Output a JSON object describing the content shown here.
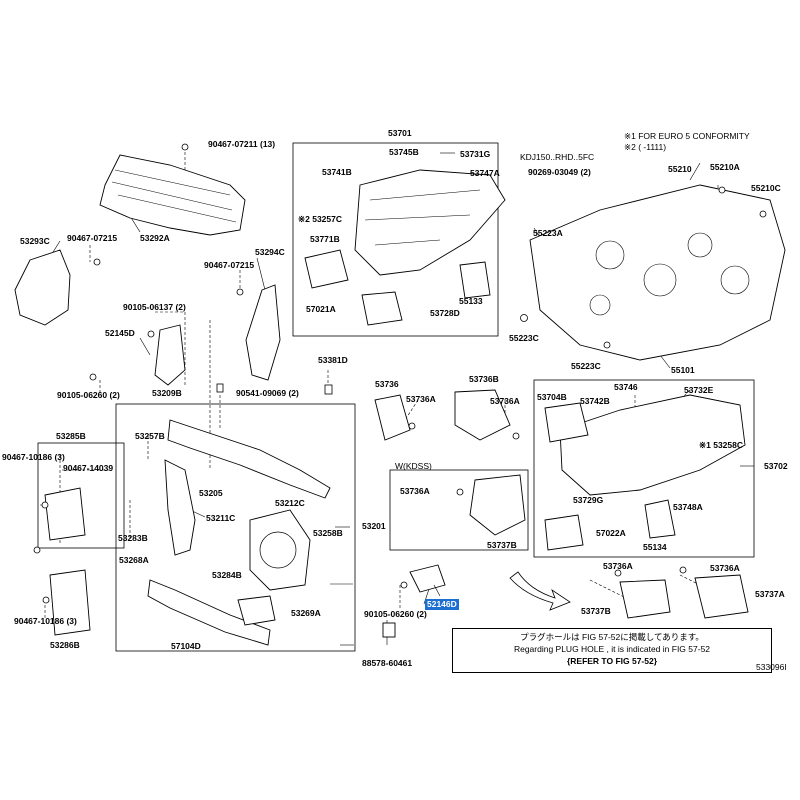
{
  "diagram": {
    "drawing_id": "533096I",
    "legend": {
      "note1": "※1 FOR EURO 5 CONFORMITY",
      "note2": "※2 (      -1111)"
    },
    "variant_labels": {
      "kdj": "KDJ150..RHD..5FC",
      "w_kdss": "W(KDSS)"
    },
    "note_box": {
      "line1": "プラグホールは FIG 57-52に掲載してあります。",
      "line2": "Regarding  PLUG HOLE , it is indicated in FIG  57-52",
      "line3": "{REFER TO FIG 57-52}"
    },
    "parts": {
      "p90467_07211": "90467-07211 (13)",
      "p53292A": "53292A",
      "p53293C": "53293C",
      "p90467_07215a": "90467-07215",
      "p90467_07215b": "90467-07215",
      "p53294C": "53294C",
      "p90105_06137": "90105-06137 (2)",
      "p52145D": "52145D",
      "p90105_06260a": "90105-06260 (2)",
      "p53209B": "53209B",
      "p90541_09069": "90541-09069 (2)",
      "p53381D": "53381D",
      "p53285B": "53285B",
      "p90467_10186a": "90467-10186 (3)",
      "p90467_14039": "90467-14039",
      "p53257B": "53257B",
      "p53205": "53205",
      "p53212C": "53212C",
      "p53283B": "53283B",
      "p53211C": "53211C",
      "p53201": "53201",
      "p53258B": "53258B",
      "p53268A": "53268A",
      "p53284B": "53284B",
      "p90467_10186b": "90467-10186 (3)",
      "p53269A": "53269A",
      "p53286B": "53286B",
      "p57104D": "57104D",
      "p90105_06260b": "90105-06260 (2)",
      "p52146D": "52146D",
      "p88578_60461": "88578-60461",
      "p53701": "53701",
      "p53745B": "53745B",
      "p53731G": "53731G",
      "p53741B": "53741B",
      "p53747A": "53747A",
      "p53257C": "※2 53257C",
      "p53771B": "53771B",
      "p55133": "55133",
      "p57021A": "57021A",
      "p53728D": "53728D",
      "p90269_03049": "90269-03049 (2)",
      "p55210": "55210",
      "p55210A": "55210A",
      "p55210C": "55210C",
      "p55223A": "55223A",
      "p55223C_a": "55223C",
      "p55223C_b": "55223C",
      "p55101": "55101",
      "p53736_a": "53736",
      "p53736A_a": "53736A",
      "p53736B": "53736B",
      "p53736A_b": "53736A",
      "p53704B": "53704B",
      "p53746": "53746",
      "p53742B": "53742B",
      "p53732E": "53732E",
      "p53258C": "※1 53258C",
      "p53702": "53702",
      "p53736A_c": "53736A",
      "p53737B_a": "53737B",
      "p53729G": "53729G",
      "p53748A": "53748A",
      "p57022A": "57022A",
      "p55134": "55134",
      "p53736A_d": "53736A",
      "p53736A_e": "53736A",
      "p53737A": "53737A",
      "p53737B_b": "53737B"
    }
  }
}
